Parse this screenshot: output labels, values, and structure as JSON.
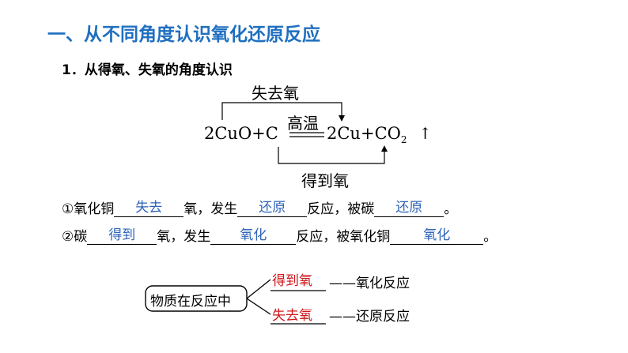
{
  "title": "一、从不同角度认识氧化还原反应",
  "subtitle": "1．从得氧、失氧的角度认识",
  "equation": {
    "lose_label": "失去氧",
    "gain_label": "得到氧",
    "condition": "高温",
    "left_1": "2CuO",
    "plus_1": "+",
    "left_2": "C",
    "right_1": "2Cu",
    "plus_2": "+",
    "right_2": "CO",
    "right_2_sub": "2",
    "gas_arrow": "↑"
  },
  "line1": {
    "p1": "①氧化铜",
    "a1": "失去",
    "p2": "氧，发生",
    "a2": "还原",
    "p3": "反应，被碳",
    "a3": "还原",
    "p4": "。"
  },
  "line2": {
    "p1": "②碳",
    "a1": "得到",
    "p2": "氧，发生",
    "a2": "氧化",
    "p3": "反应，被氧化铜",
    "a3": "氧化",
    "p4": "。"
  },
  "diagram": {
    "box_label": "物质在反应中",
    "branch1": "得到氧",
    "branch2": "失去氧",
    "result1": "氧化反应",
    "result2": "还原反应",
    "dash": "——"
  },
  "colors": {
    "title": "#1f6fc0",
    "answer": "#2e63b8",
    "highlight": "#d0161b"
  }
}
